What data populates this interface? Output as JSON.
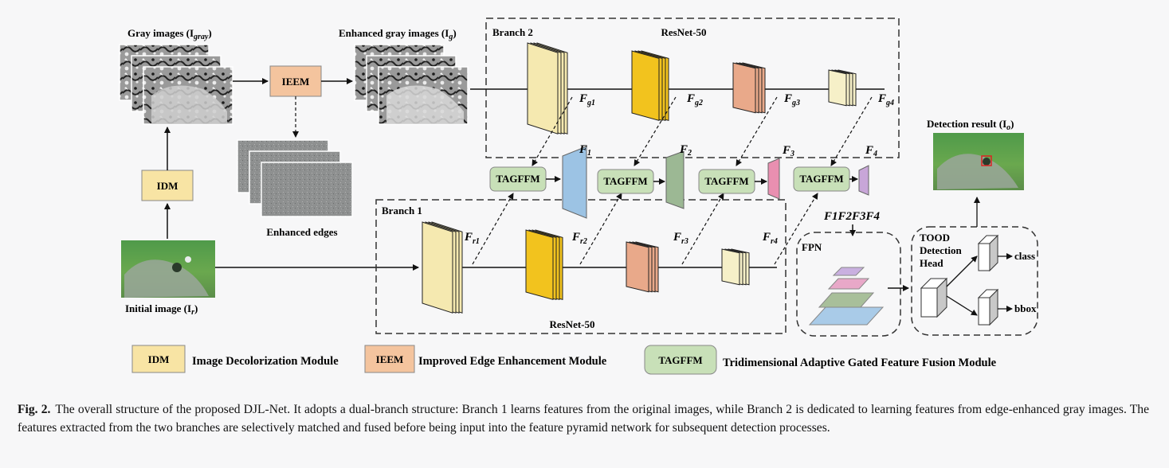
{
  "labels": {
    "gray_images": "Gray images (I",
    "gray_sub": "gray",
    "enhanced_gray": "Enhanced gray images (I",
    "enhanced_gray_sub": "g",
    "enhanced_edges": "Enhanced edges",
    "initial_image": "Initial image (I",
    "initial_sub": "r",
    "detection_result": "Detection result (I",
    "detection_sub": "o",
    "close_paren": ")"
  },
  "modules": {
    "idm": "IDM",
    "ieem": "IEEM",
    "tagffm": "TAGFFM",
    "fpn": "FPN",
    "tood_line1": "TOOD",
    "tood_line2": "Detection",
    "tood_line3": "Head",
    "class": "class",
    "bbox": "bbox"
  },
  "branches": {
    "branch2": "Branch 2",
    "branch1": "Branch 1",
    "resnet_top": "ResNet-50",
    "resnet_bottom": "ResNet-50"
  },
  "features": {
    "F": "F",
    "g_subs": [
      "g1",
      "g2",
      "g3",
      "g4"
    ],
    "r_subs": [
      "r1",
      "r2",
      "r3",
      "r4"
    ],
    "fused": [
      "1",
      "2",
      "3",
      "4"
    ],
    "fpn_input": "F1F2F3F4"
  },
  "legend": [
    {
      "abbr": "IDM",
      "full": "Image Decolorization Module",
      "color": "#f8e4a4"
    },
    {
      "abbr": "IEEM",
      "full": "Improved Edge Enhancement Module",
      "color": "#f4c49e"
    },
    {
      "abbr": "TAGFFM",
      "full": "Tridimensional Adaptive Gated Feature Fusion Module",
      "color": "#c8e0b8"
    }
  ],
  "caption": {
    "label": "Fig. 2.",
    "text": "The overall structure of the proposed DJL-Net. It adopts a dual-branch structure: Branch 1 learns features from the original images, while Branch 2 is dedicated to learning features from edge-enhanced gray images. The features extracted from the two branches are selectively matched and fused before being input into the feature pyramid network for subsequent detection processes."
  },
  "colors": {
    "stage1": "#f5e9b0",
    "stage2": "#f2c31e",
    "stage3": "#e9a98a",
    "stage4": "#f6f0c8",
    "f1": "#9cc3e4",
    "f2": "#9cb894",
    "f3": "#e98fb0",
    "f4": "#c8a6d8"
  }
}
